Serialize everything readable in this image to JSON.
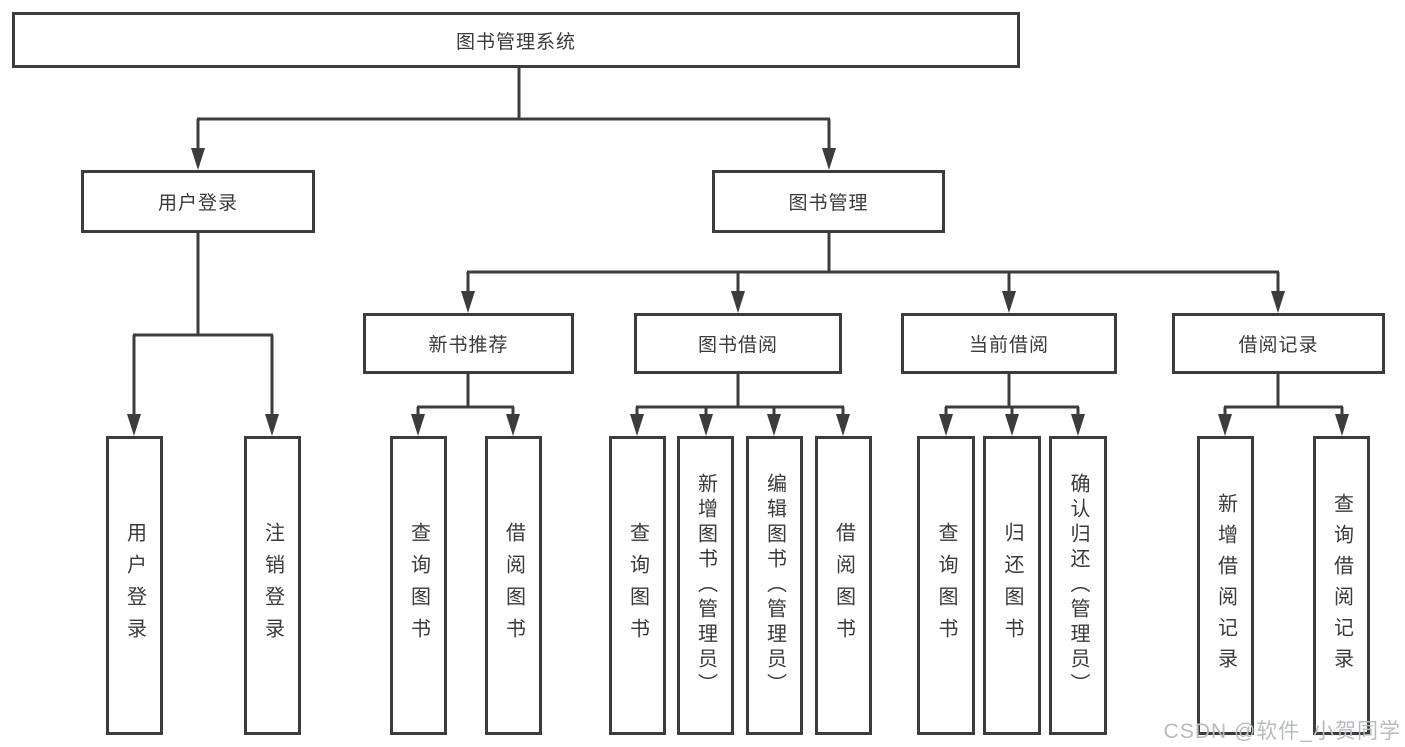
{
  "nodes": {
    "root": "图书管理系统",
    "user_login": "用户登录",
    "book_management": "图书管理",
    "new_book_rec": "新书推荐",
    "book_borrow": "图书借阅",
    "current_borrow": "当前借阅",
    "borrow_record": "借阅记录",
    "leaf_user_login": "用户登录",
    "leaf_logout": "注销登录",
    "nr_query_book": "查询图书",
    "nr_borrow_book": "借阅图书",
    "bb_query_book": "查询图书",
    "bb_add_book": "新增图书（管理员）",
    "bb_edit_book": "编辑图书（管理员）",
    "bb_borrow_book": "借阅图书",
    "cb_query_book": "查询图书",
    "cb_return_book": "归还图书",
    "cb_confirm_return": "确认归还（管理员）",
    "br_add_record": "新增借阅记录",
    "br_query_record": "查询借阅记录"
  },
  "watermark": "CSDN @软件_小贺同学",
  "colors": {
    "line": "#3c3c3c",
    "box_border": "#3c3c3c",
    "text": "#3a3a3a",
    "watermark_text": "#b7bbc1",
    "background": "#ffffff"
  }
}
